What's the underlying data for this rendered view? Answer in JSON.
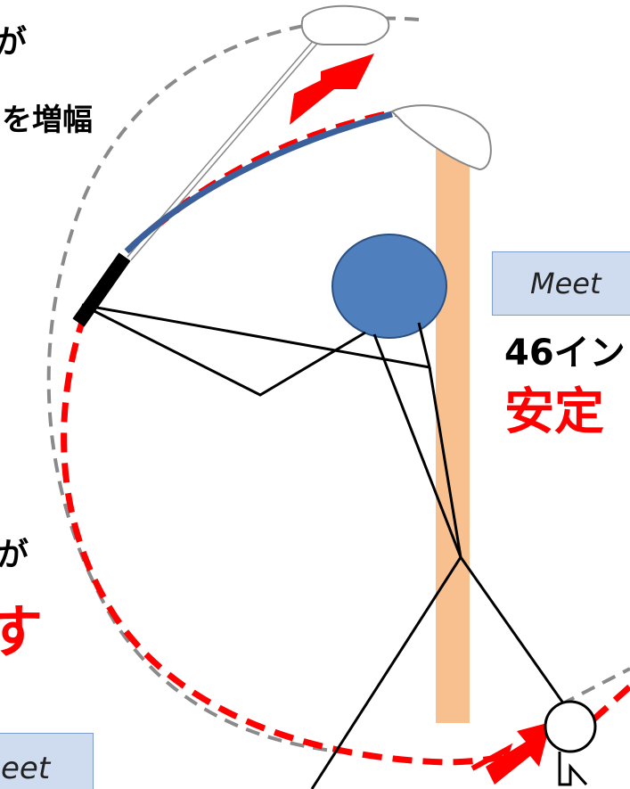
{
  "colors": {
    "red": "#ff0000",
    "navy_shaft": "#3b5f9a",
    "head_blue": "#4f80bd",
    "pole_orange": "#f8c08f",
    "gray_dash": "#8a8a8a",
    "box_fill": "#cfdcf0",
    "box_border": "#7e9ccc",
    "black": "#000000"
  },
  "texts": {
    "top_fragment_1": "が",
    "top_fragment_2": "を増幅",
    "left_fragment_1": "が",
    "left_fragment_2": "す",
    "right_label_box": "Meet",
    "right_line_1": "46イン",
    "right_line_2": "安定",
    "bottom_label_box": "eet"
  }
}
